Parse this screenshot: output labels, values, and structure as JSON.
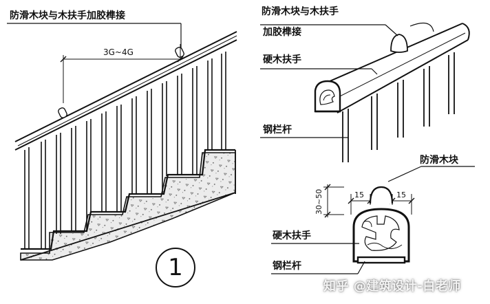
{
  "labels": {
    "left_callout": "防滑木块与木扶手加胶榫接",
    "left_spacing": "3G~4G",
    "right_callout_line1": "防滑木块与木扶手",
    "right_callout_line2": "加胶榫接",
    "hardwood_handrail_top": "硬木扶手",
    "steel_baluster_top": "钢栏杆",
    "antislip_block": "防滑木块",
    "hardwood_handrail_bottom": "硬木扶手",
    "steel_baluster_bottom": "钢栏杆"
  },
  "dimensions": {
    "width_left": "15",
    "width_right": "15",
    "height": "30~50"
  },
  "figure_number": "1",
  "watermark": "知乎 @建筑设计-白老师",
  "colors": {
    "ink": "#111111",
    "concrete": "#e6e6e6",
    "background": "#ffffff"
  }
}
